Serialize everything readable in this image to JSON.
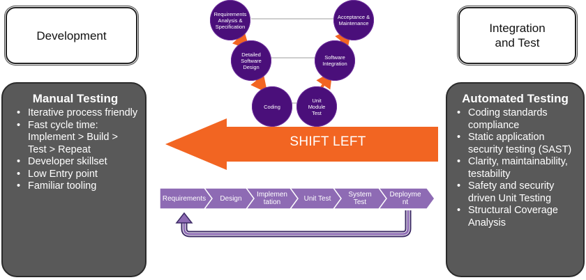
{
  "clouds": {
    "development": "Development",
    "integration": "Integration and Test"
  },
  "manual": {
    "title": "Manual Testing",
    "items": [
      "Iterative process friendly",
      "Fast cycle time: Implement > Build > Test > Repeat",
      "Developer skillset",
      "Low Entry point",
      "Familiar tooling"
    ]
  },
  "automated": {
    "title": "Automated Testing",
    "items": [
      "Coding standards compliance",
      "Static application security testing (SAST)",
      "Clarity, maintainability, testability",
      "Safety and security driven Unit Testing",
      "Structural Coverage Analysis"
    ]
  },
  "vmodel": {
    "nodes": [
      "Requirements Analysis & Specification",
      "Detailed Software Design",
      "Coding",
      "Unit Module Test",
      "Software Integration",
      "Acceptance & Maintenance"
    ]
  },
  "shift": {
    "label": "SHIFT LEFT",
    "color": "#f26522"
  },
  "pipeline": {
    "stages": [
      "Requirements",
      "Design",
      "Implemen tation",
      "Unit Test",
      "System Test",
      "Deployme nt"
    ],
    "color": "#8e6bb4"
  },
  "colors": {
    "panel": "#595959",
    "node": "#4a0f7a",
    "arrow_orange": "#f26522",
    "feedback": "#3d2b66"
  }
}
